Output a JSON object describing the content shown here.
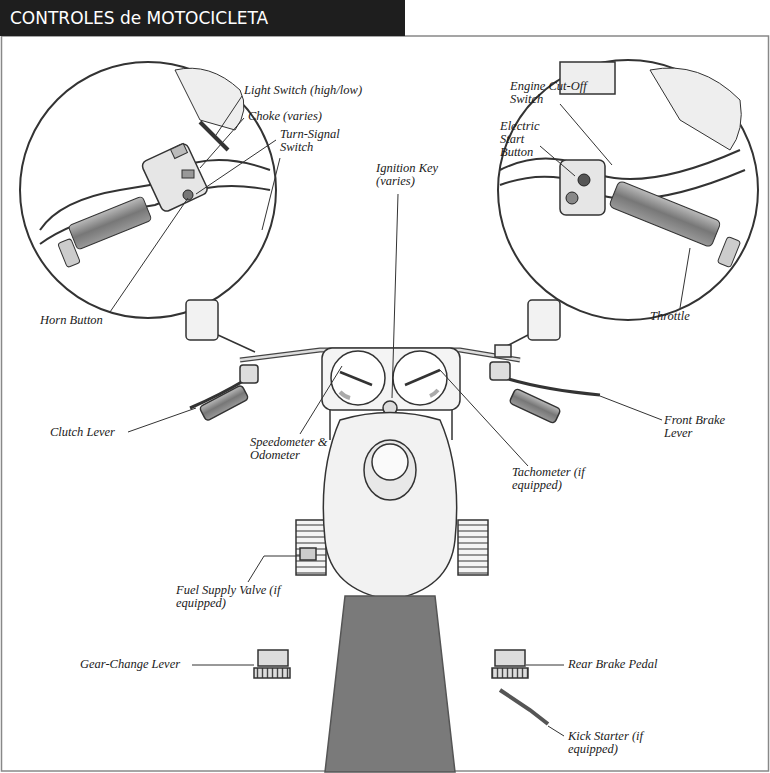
{
  "diagram": {
    "title": "CONTROLES de MOTOCICLETA",
    "labels": [
      "Light Switch (high/low)",
      "Choke (varies)",
      "Turn-Signal Switch",
      "Horn Button",
      "Ignition Key (varies)",
      "Engine Cut-Off Switch",
      "Electric Start Button",
      "Throttle",
      "Clutch Lever",
      "Speedometer & Odometer",
      "Tachometer (if equipped)",
      "Front Brake Lever",
      "Fuel Supply Valve (if equipped)",
      "Gear-Change Lever",
      "Rear Brake Pedal",
      "Kick Starter (if equipped)"
    ]
  }
}
